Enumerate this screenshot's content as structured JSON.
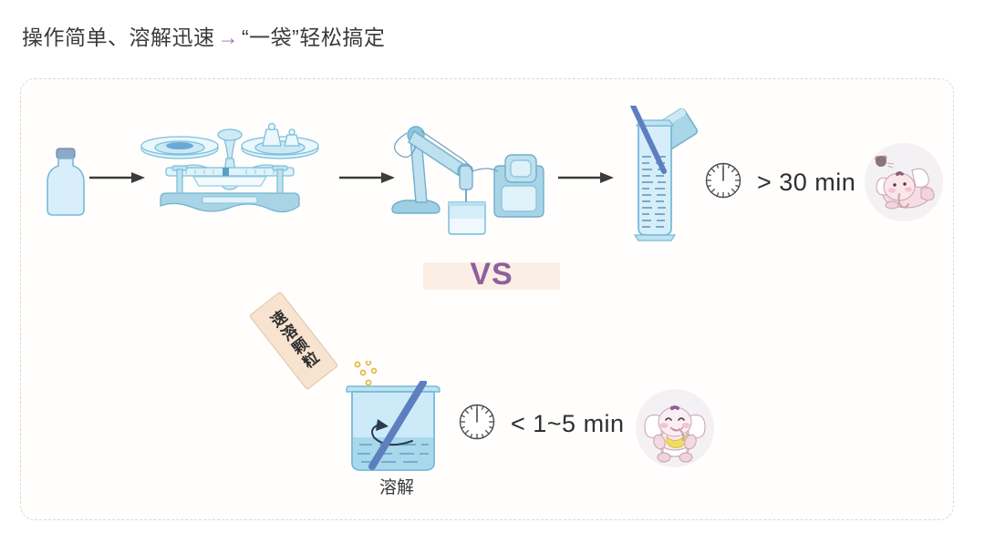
{
  "page": {
    "title_prefix": "操作简单、溶解迅速",
    "title_arrow": "→",
    "title_suffix": "“一袋”轻松搞定",
    "background_color": "#ffffff"
  },
  "colors": {
    "accent_purple": "#9b6fb0",
    "vs_purple": "#8e5f9e",
    "vs_band": "#fbeee4",
    "glass_blue_light": "#d6eefa",
    "glass_blue": "#aadcef",
    "glass_stroke": "#6fb6d6",
    "equipment_blue": "#a9d4e6",
    "rod_blue": "#5d7fc0",
    "arrow_gray": "#3c3c3c",
    "panel_border": "#ddd8d4",
    "sachet_fill": "#f7e3cf",
    "sachet_stroke": "#e0c4a4",
    "granule_yellow": "#e8c33a",
    "mascot_bubble": "#f3f1f4",
    "text_dark": "#2f2f2f"
  },
  "panel": {
    "border_style": "dashed",
    "rows": [
      {
        "id": "traditional",
        "steps": [
          {
            "name": "bottle",
            "label": "bottle-of-solvent"
          },
          {
            "name": "arrow",
            "label": "→"
          },
          {
            "name": "balance-scale",
            "label": "weighing-balance"
          },
          {
            "name": "arrow",
            "label": "→"
          },
          {
            "name": "stirrer",
            "label": "overhead-stirrer-and-beaker"
          },
          {
            "name": "arrow",
            "label": "→"
          },
          {
            "name": "graduated-cylinder",
            "label": "graduated-cylinder-pouring"
          }
        ],
        "duration": "> 30 min",
        "mascot": "tired-elephant"
      },
      {
        "id": "instant",
        "steps": [
          {
            "name": "sachet",
            "label": "速溶颗粒"
          },
          {
            "name": "granules",
            "label": "falling-granules"
          },
          {
            "name": "beaker",
            "label": "溶解"
          }
        ],
        "duration": "< 1~5 min",
        "mascot": "happy-elephant"
      }
    ]
  },
  "vs": {
    "label": "VS"
  },
  "sachet": {
    "label": "速溶颗粒"
  },
  "beaker": {
    "caption": "溶解"
  },
  "clock": {
    "top_label": "> 30 min",
    "bottom_label": "< 1~5 min"
  }
}
